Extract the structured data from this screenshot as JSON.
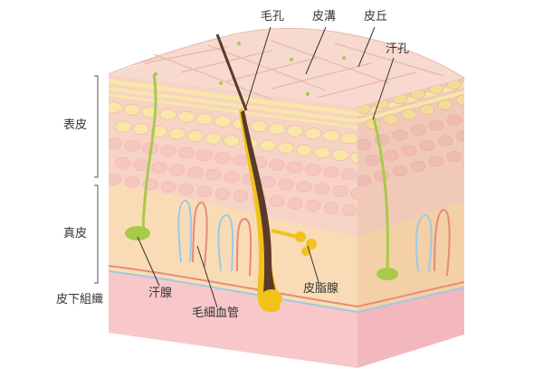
{
  "labels": {
    "hair_follicle": "毛孔",
    "skin_groove": "皮溝",
    "skin_ridge": "皮丘",
    "sweat_pore": "汗孔",
    "epidermis": "表皮",
    "dermis": "真皮",
    "subcutaneous": "皮下組織",
    "sweat_gland": "汗腺",
    "capillaries": "毛細血管",
    "sebaceous_gland": "皮脂腺"
  },
  "colors": {
    "surface": "#f7d9cf",
    "surface_line": "#e9b7a8",
    "epidermis_cells": "#f5c7c0",
    "granular_yellow": "#f8e7a8",
    "dermis": "#f9dcb6",
    "subcutaneous": "#f7c7c9",
    "hair": "#5a3a2a",
    "follicle_yellow": "#f2c21b",
    "sweat_duct": "#a8c94a",
    "artery": "#e58a7c",
    "vein": "#9ec9e6",
    "leader": "#333333"
  }
}
